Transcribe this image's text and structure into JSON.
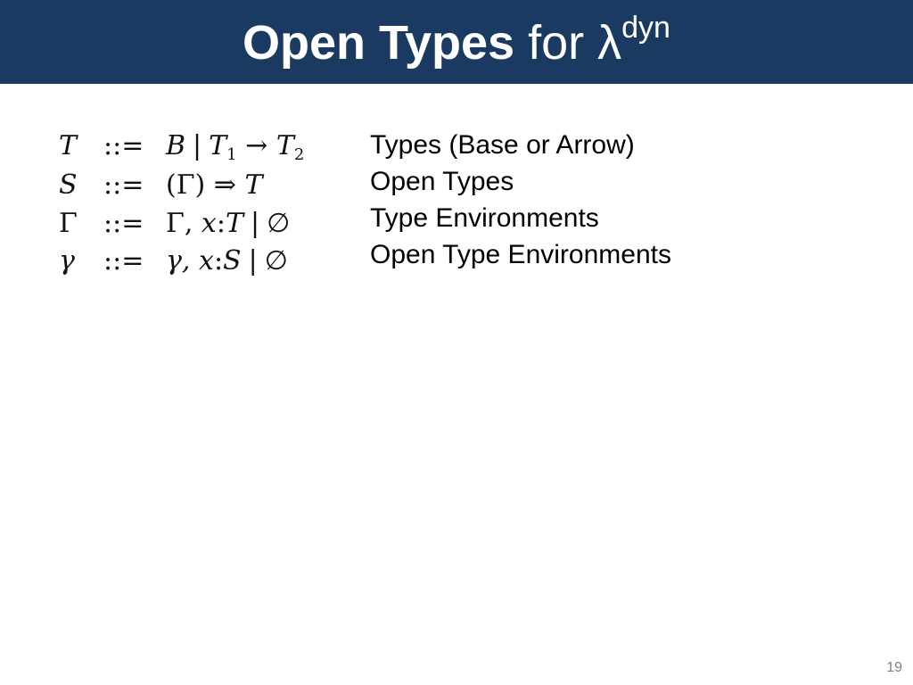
{
  "slide": {
    "title": {
      "bold": "Open Types",
      "normal": "for λ",
      "superscript": "dyn"
    },
    "grammar": [
      {
        "lhs": "T",
        "op": "::=",
        "rhs": {
          "a": "B",
          "bar": "|",
          "b1": "T",
          "b1_sub": "1",
          "arrow": "→",
          "b2": "T",
          "b2_sub": "2"
        }
      },
      {
        "lhs": "S",
        "op": "::=",
        "rhs": {
          "open": "(Γ)",
          "arrow": "⇒",
          "t": "T"
        }
      },
      {
        "lhs": "Γ",
        "op": "::=",
        "rhs": {
          "a": "Γ,",
          "x": "x",
          "colon": ":",
          "t": "T",
          "bar": "|",
          "empty": "∅"
        }
      },
      {
        "lhs": "γ",
        "op": "::=",
        "rhs": {
          "a": "γ,",
          "x": "x",
          "colon": ":",
          "t": "S",
          "bar": "|",
          "empty": "∅"
        }
      }
    ],
    "descriptions": [
      "Types (Base or Arrow)",
      "Open Types",
      "Type Environments",
      "Open Type Environments"
    ],
    "page_number": "19",
    "colors": {
      "header_background": "#1b3a61",
      "title_text": "#ffffff",
      "page_number": "#7f7f7f"
    }
  }
}
